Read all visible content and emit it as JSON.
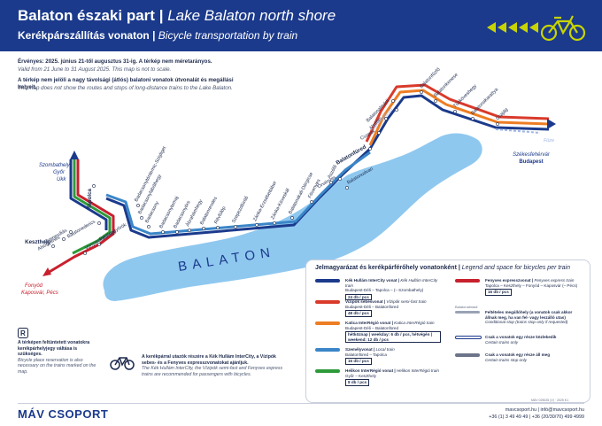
{
  "header": {
    "title_hu": "Balaton északi part",
    "title_sep": "|",
    "title_en": "Lake Balaton north shore",
    "subtitle_hu": "Kerékpárszállítás vonaton",
    "subtitle_sep": "|",
    "subtitle_en": "Bicycle transportation by train"
  },
  "intro": {
    "validity_hu": "Érvényes: 2025. június 21-től augusztus 31-ig. A térkép nem méretarányos.",
    "validity_en": "Valid from 21 June to 31 August 2025. This map is not to scale.",
    "note_hu": "A térkép nem jelöli a nagy távolsági (átlós) balatoni vonatok útvonalát és megállási helyeit.",
    "note_en": "The map does not show the routes and stops of long-distance trains to the Lake Balaton."
  },
  "map": {
    "lake_label": "BALATON",
    "stations": [
      {
        "name": "Tapolca",
        "bold": true
      },
      {
        "name": "Badacsonytördemic-Szigliget"
      },
      {
        "name": "Badacsonylábdihegy"
      },
      {
        "name": "Badacsony"
      },
      {
        "name": "Badacsonytomaj"
      },
      {
        "name": "Badacsonyörs"
      },
      {
        "name": "Ábrahámhegy"
      },
      {
        "name": "Balatonrendes"
      },
      {
        "name": "Révfülöp"
      },
      {
        "name": "Szepezdfürdő"
      },
      {
        "name": "Zánka-Erzsébettábor"
      },
      {
        "name": "Zánka-Köveskál"
      },
      {
        "name": "Balatonakali-Dörgicse"
      },
      {
        "name": "Fövenyes"
      },
      {
        "name": "Aszófő"
      },
      {
        "name": "Örvényes"
      },
      {
        "name": "Balatonudvari"
      },
      {
        "name": "Balatonfüred",
        "bold": true
      },
      {
        "name": "Csopak"
      },
      {
        "name": "Alsóörs"
      },
      {
        "name": "Balatonalmádi"
      },
      {
        "name": "Káptalanfüred"
      },
      {
        "name": "Balatonfűzfő"
      },
      {
        "name": "Balatonkenese"
      },
      {
        "name": "Tűzköveshegy"
      },
      {
        "name": "Balatonakarattya"
      },
      {
        "name": "Csajág"
      },
      {
        "name": "Balatonfőkajár felső"
      },
      {
        "name": "Lepsény"
      },
      {
        "name": "Kiliti"
      },
      {
        "name": "Balatonszepezd"
      },
      {
        "name": "Balatonederics"
      },
      {
        "name": "Gyenesdiás"
      },
      {
        "name": "Alsógyenes"
      },
      {
        "name": "Keszthely",
        "bold": true
      },
      {
        "name": "Vonyarcvashegy"
      },
      {
        "name": "Balatongyörök"
      }
    ],
    "destinations": {
      "szombathely": "Szombathely",
      "gyor": "Győr",
      "ukk": "Ukk",
      "szekesfehervar": "Székesfehérvár",
      "budapest": "Budapest",
      "fonyod": "Fonyód",
      "kaposvar": "Kaposvár, Pécs",
      "fuze": "Füze"
    }
  },
  "legend": {
    "title_hu": "Jelmagyarázat és kerékpárférőhely vonatonként",
    "title_sep": "|",
    "title_en": "Legend and space for bicycles per train",
    "items": [
      {
        "name_hu": "Kék Hullám InterCity vonat",
        "name_en": "Kék Hullám InterCity train",
        "route": "Budapest-Déli – Tapolca – (– Szombathely)",
        "bikes": "24 db / pcs",
        "color": "#1b3a8c"
      },
      {
        "name_hu": "Vizipók sebesvonat",
        "name_en": "Vízipók semi-fast train",
        "route": "Budapest-Déli – Balatonfüred",
        "bikes": "48 db / pcs",
        "color": "#d93a2b"
      },
      {
        "name_hu": "Katica InterRégió vonat",
        "name_en": "Katica InterRégió train",
        "route": "Budapest-Déli – Balatonfüred",
        "bikes": "hétköznap | weekday: 6 db / pcs, hétvégén | weekend: 12 db / pcs",
        "color": "#ee7d23"
      },
      {
        "name_hu": "Személyvonat",
        "name_en": "Local train",
        "route": "Balatonfüred – Tapolca",
        "bikes": "16 db / pcs",
        "color": "#3a86c8"
      },
      {
        "name_hu": "Helikon InterRégió vonat",
        "name_en": "Helikon InterRégió train",
        "route": "Győr – Keszthely",
        "bikes": "8 db / pcs",
        "color": "#2e9a3a"
      },
      {
        "name_hu": "Fenyves expresszvonat",
        "name_en": "Fenyves express train",
        "route": "Tapolca – Keszthely – Fonyód – Kaposvár (– Pécs)",
        "bikes": "16 db / pcs",
        "color": "#c8202d"
      },
      {
        "name_hu": "Feltételes megállóhely (a vonatok csak akkor állnak meg, ha van fel- vagy leszálló utas)",
        "name_en": "Conditional stop (trains stop only if requested)",
        "route": "",
        "bikes": "",
        "color": "#9aa3b5"
      },
      {
        "name_hu": "Csak a vonatok egy része közlekedik",
        "name_en": "Certain trains only",
        "route": "",
        "bikes": "",
        "color": "#1b3a8c"
      },
      {
        "name_hu": "Csak a vonatok egy része áll meg",
        "name_en": "Certain trains stop only",
        "route": "",
        "bikes": "",
        "color": "#6b7489"
      }
    ],
    "conditional_stop_label": "Balatonalmádi"
  },
  "notes": {
    "ticket_hu": "A térképen feltüntetett vonatokra kerékpárhelyjegy váltása is szükséges.",
    "ticket_en": "Bicycle place reservation is also necessary on the trains marked on the map.",
    "recommend_hu": "A kerékpárral utazók részére a Kék Hullám InterCity, a Vízipók sebes- és a Fenyves expresszvonatokat ajánljuk.",
    "recommend_en": "The Kék Hullám InterCity, the Vízipók semi-fast and Fenyves express trains are recommended for passengers with bicycles."
  },
  "footer": {
    "logo": "MÁV CSOPORT",
    "web": "mavcsoport.hu | infó@mavcsoport.hu",
    "phone": "+36 (1) 3 49 49 49 | +36 (20/30/70) 499 4999",
    "code": "MÁV 025025 (V) · 2025 K1"
  },
  "colors": {
    "header_bg": "#1b3a8c",
    "lake": "#8fc8ef",
    "blue_line": "#1b3a8c",
    "red_line": "#d93a2b",
    "orange_line": "#ee7d23",
    "lightblue_line": "#3a86c8",
    "green_line": "#2e9a3a",
    "darkred_line": "#c8202d"
  }
}
